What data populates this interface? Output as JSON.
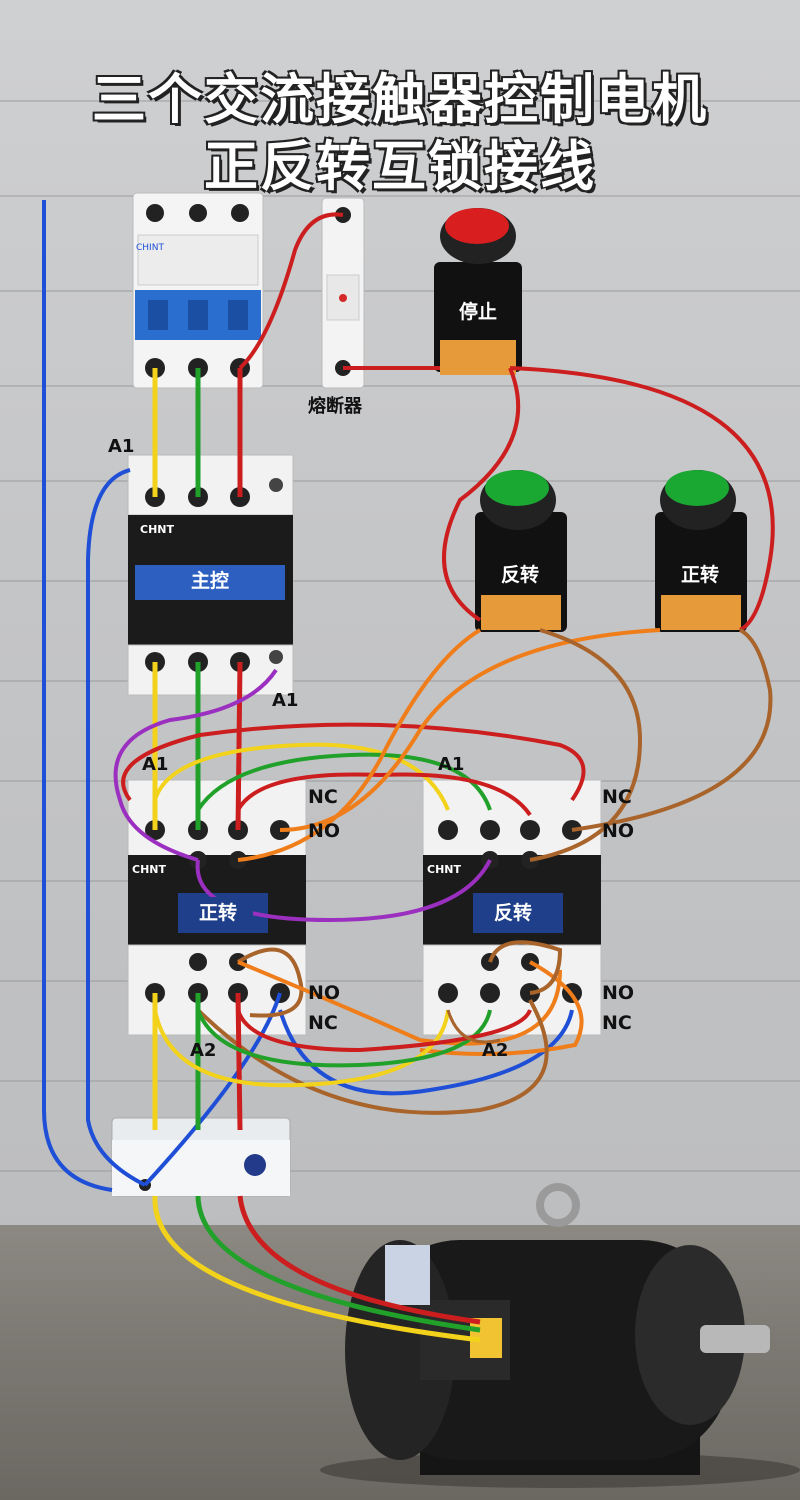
{
  "title": {
    "line1": "三个交流接触器控制电机",
    "line2": "正反转互锁接线"
  },
  "fuse": {
    "label": "熔断器"
  },
  "breaker": {
    "brand": "CHINT"
  },
  "main_contactor": {
    "brand": "CHNT",
    "label": "主控",
    "coil_top": "A1",
    "coil_bottom": "A1"
  },
  "forward_contactor": {
    "brand": "CHNT",
    "label": "正转",
    "coil": "A1",
    "coil_bottom": "A2",
    "aux_top_nc": "NC",
    "aux_top_no": "NO",
    "aux_bottom_no": "NO",
    "aux_bottom_nc": "NC"
  },
  "reverse_contactor": {
    "brand": "CHNT",
    "label": "反转",
    "coil": "A1",
    "coil_bottom": "A2",
    "aux_top_nc": "NC",
    "aux_top_no": "NO",
    "aux_bottom_no": "NO",
    "aux_bottom_nc": "NC"
  },
  "buttons": {
    "stop": "停止",
    "reverse": "反转",
    "forward": "正转",
    "stop_color": "#d81e1e",
    "run_color": "#1aa832"
  },
  "wire_colors": {
    "L1": "#f2d21a",
    "L2": "#22a12a",
    "L3": "#cc1e1e",
    "N": "#1e4fd6",
    "control1": "#ef7d1a",
    "control2": "#a8642a",
    "coil": "#9b2fbf"
  }
}
